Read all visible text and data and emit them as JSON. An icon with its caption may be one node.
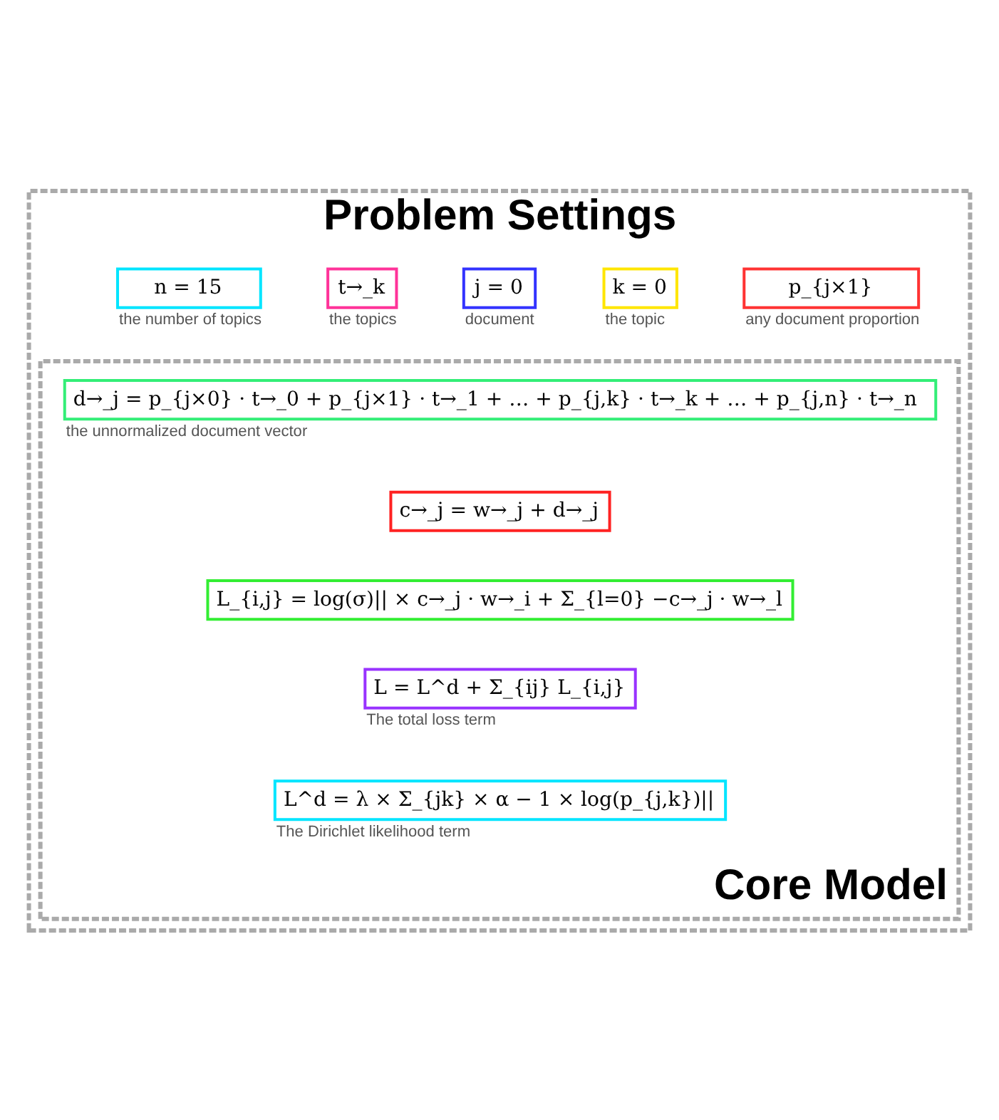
{
  "diagram": {
    "nodes": [
      {
        "text": [
          "Problem Settings"
        ]
      },
      {
        "text": [
          "n = 15"
        ],
        "in": 0,
        "beside": [
          "the number of topics"
        ]
      },
      {
        "text": [
          "t→_k"
        ],
        "in": 0,
        "beside": [
          "the topics"
        ]
      },
      {
        "text": [
          "j = 0"
        ],
        "in": 0,
        "beside": [
          "document"
        ]
      },
      {
        "text": [
          "k = 0"
        ],
        "in": 0,
        "beside": [
          "the topic"
        ]
      },
      {
        "text": [
          "p_{j×1}"
        ],
        "in": 0,
        "beside": [
          "any document proportion"
        ]
      },
      {
        "text": [
          "Core Model"
        ],
        "in": 0
      },
      {
        "text": [
          "d→_j = p_{j×0} · t→_0 + p_{j×1} · t→_1 + … + p_{j,k} · t→_k + … + p_{j,n} · t→_n"
        ],
        "in": 6,
        "beside": [
          "the unnormalized document vector"
        ]
      },
      {
        "text": [
          "c→_j = w→_j + d→_j"
        ],
        "in": 6
      },
      {
        "text": [
          "L_{i,j} = log(σ)|| × c→_j · w→_i + Σ_{l=0} −c→_j · w→_l"
        ],
        "in": 6
      },
      {
        "text": [
          "L = L^d + Σ_{ij} L_{i,j}"
        ],
        "in": 6,
        "beside": [
          "The total loss term"
        ]
      },
      {
        "text": [
          "L^d = λ × Σ_{jk} × α − 1 × log(p_{j,k})||"
        ],
        "in": 6,
        "beside": [
          "The Dirichlet likelihood term"
        ]
      }
    ],
    "edges": []
  }
}
